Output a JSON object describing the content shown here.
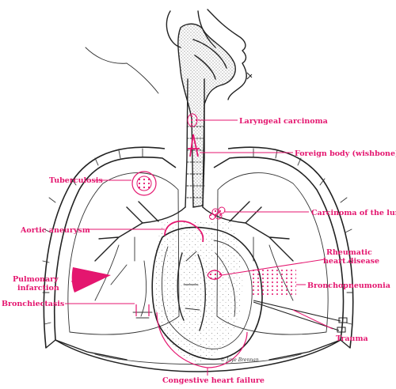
{
  "labels": {
    "laryngeal": "Laryngeal carcinoma",
    "foreign_body": "Foreign body (wishbone)",
    "tuberculosis": "Tuberculosis",
    "carcinoma_lung": "Carcinoma of the lung",
    "aortic": "Aortic aneurysm",
    "rheumatic_1": "Rheumatic",
    "rheumatic_2": "heart disease",
    "pulmonary_1": "Pulmonary",
    "pulmonary_2": "infarction",
    "bronchopneumonia": "Bronchopneumonia",
    "bronchiectasis": "Bronchiectasis",
    "trauma": "Trauma",
    "chf": "Congestive heart failure"
  },
  "signature": "© Jaye Brennan",
  "colors": {
    "accent": "#e4166f",
    "ink": "#222222"
  }
}
